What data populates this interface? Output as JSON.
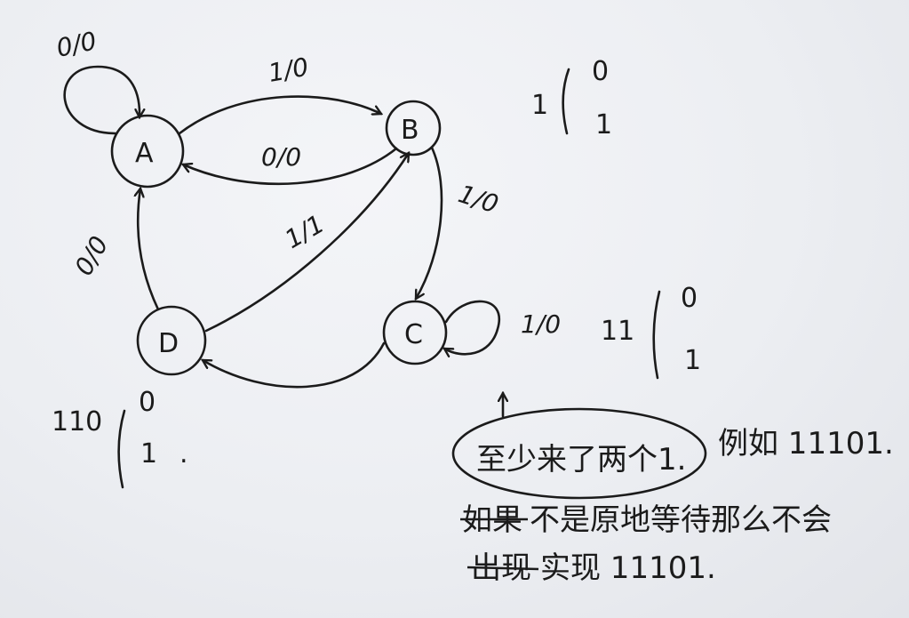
{
  "states": [
    {
      "id": "A",
      "label": "A"
    },
    {
      "id": "B",
      "label": "B"
    },
    {
      "id": "C",
      "label": "C"
    },
    {
      "id": "D",
      "label": "D"
    }
  ],
  "transitions": [
    {
      "from": "A",
      "to": "A",
      "label": "0/0"
    },
    {
      "from": "A",
      "to": "B",
      "label": "1/0"
    },
    {
      "from": "B",
      "to": "A",
      "label": "0/0"
    },
    {
      "from": "B",
      "to": "C",
      "label": "1/0"
    },
    {
      "from": "C",
      "to": "C",
      "label": "1/0"
    },
    {
      "from": "C",
      "to": "D",
      "label": ""
    },
    {
      "from": "D",
      "to": "A",
      "label": "0/0"
    },
    {
      "from": "D",
      "to": "B",
      "label": "1/1"
    }
  ],
  "notes": {
    "b_note": {
      "prefix": "1",
      "top": "0",
      "bottom": "1"
    },
    "c_note": {
      "prefix": "11",
      "top": "0",
      "bottom": "1"
    },
    "d_note": {
      "prefix": "110",
      "top": "0",
      "bottom": "1",
      "suffix": "."
    },
    "circled": "至少来了两个1.",
    "line1_rest": "例如 11101.",
    "line2_struck": "如果",
    "line2_rest": "不是原地等待那么不会",
    "line3_struck": "出现",
    "line3_rest": "实现 11101."
  }
}
